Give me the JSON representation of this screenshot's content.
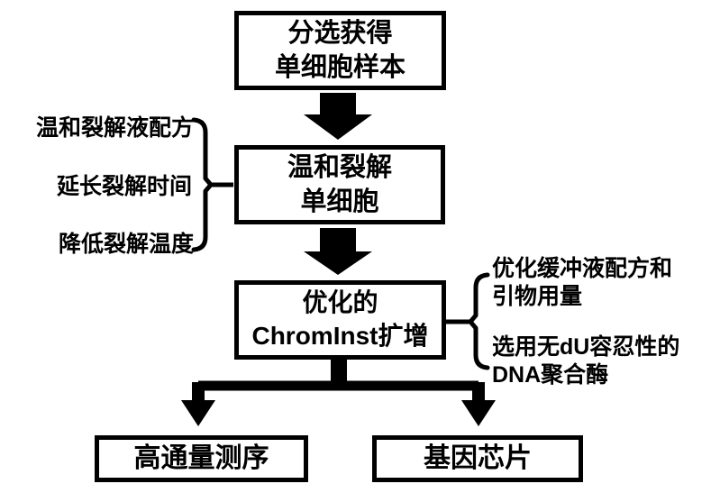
{
  "diagram": {
    "colors": {
      "ink": "#000000",
      "background": "#ffffff"
    },
    "boxes": {
      "sort": {
        "line1": "分选获得",
        "line2": "单细胞样本"
      },
      "lysis": {
        "line1": "温和裂解",
        "line2": "单细胞"
      },
      "amplify": {
        "line1": "优化的",
        "line2": "ChromInst扩增"
      },
      "sequencing": {
        "label": "高通量测序"
      },
      "microarray": {
        "label": "基因芯片"
      }
    },
    "left_annotations": [
      "温和裂解液配方",
      "延长裂解时间",
      "降低裂解温度"
    ],
    "right_annotations": [
      {
        "line1": "优化缓冲液配方和",
        "line2": "引物用量"
      },
      {
        "line1": "选用无dU容忍性的",
        "line2": "DNA聚合酶"
      }
    ]
  }
}
